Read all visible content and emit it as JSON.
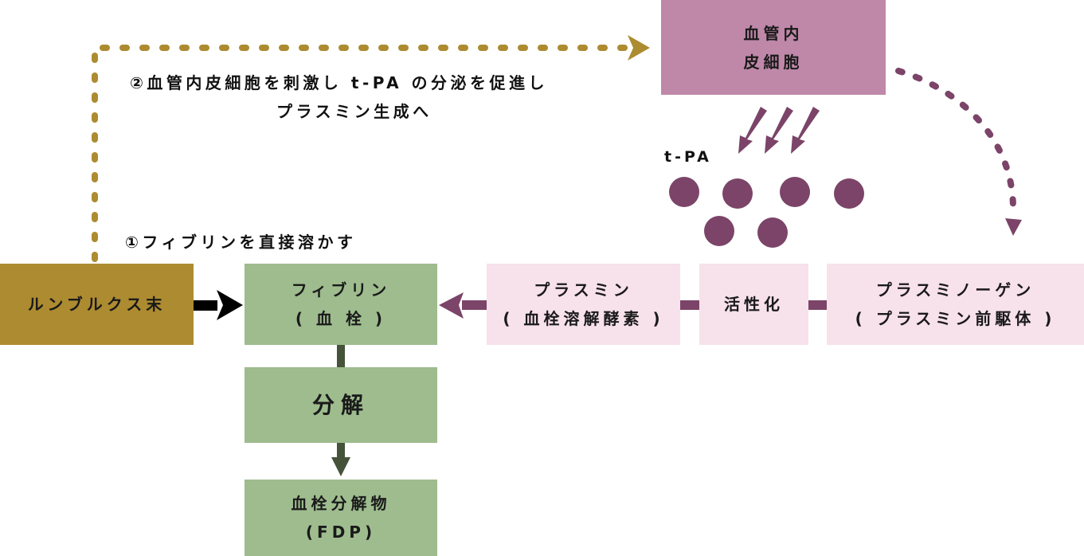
{
  "colors": {
    "gold": "#ad8b30",
    "green": "#9ebc8e",
    "dark_green": "#44533a",
    "pink": "#f7e1ea",
    "mauve": "#bf88a9",
    "purple": "#7b4468",
    "black": "#000000"
  },
  "nodes": {
    "lumbrokinase": {
      "lines": [
        "ルンブルクス末"
      ]
    },
    "fibrin": {
      "lines": [
        "フィブリン",
        "( 血 栓 )"
      ]
    },
    "decomposition": {
      "lines": [
        "分解"
      ]
    },
    "fdp": {
      "lines": [
        "血栓分解物",
        "(FDP)"
      ]
    },
    "plasmin": {
      "lines": [
        "プラスミン",
        "( 血栓溶解酵素 )"
      ]
    },
    "activation": {
      "lines": [
        "活性化"
      ]
    },
    "plasminogen": {
      "lines": [
        "プラスミノーゲン",
        "( プラスミン前駆体 )"
      ]
    },
    "endothelial": {
      "lines": [
        "血管内",
        "皮細胞"
      ]
    }
  },
  "annotations": {
    "path1": "①フィブリンを直接溶かす",
    "path2_line1": "②血管内皮細胞を刺激し t-PA の分泌を促進し",
    "path2_line2": "プラスミン生成へ",
    "tpa": "t-PA"
  },
  "tpa_molecule_count": 6
}
